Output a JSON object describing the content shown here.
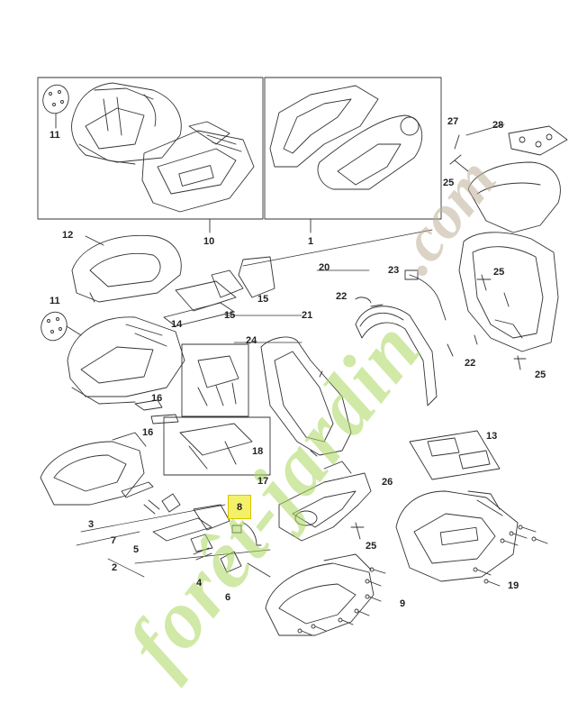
{
  "diagram": {
    "highlighted_part": "8",
    "part_numbers": {
      "p1": "1",
      "p2": "2",
      "p3": "3",
      "p4": "4",
      "p5": "5",
      "p6": "6",
      "p7": "7",
      "p9": "9",
      "p10": "10",
      "p11a": "11",
      "p11b": "11",
      "p12": "12",
      "p13": "13",
      "p14": "14",
      "p15a": "15",
      "p15b": "15",
      "p16a": "16",
      "p16b": "16",
      "p17": "17",
      "p18": "18",
      "p19": "19",
      "p20": "20",
      "p21": "21",
      "p22a": "22",
      "p22b": "22",
      "p23": "23",
      "p24": "24",
      "p25a": "25",
      "p25b": "25",
      "p25c": "25",
      "p25d": "25",
      "p26": "26",
      "p27": "27",
      "p28": "28"
    }
  },
  "watermark": {
    "green": "forêt-jardin",
    "tan": ".com"
  }
}
